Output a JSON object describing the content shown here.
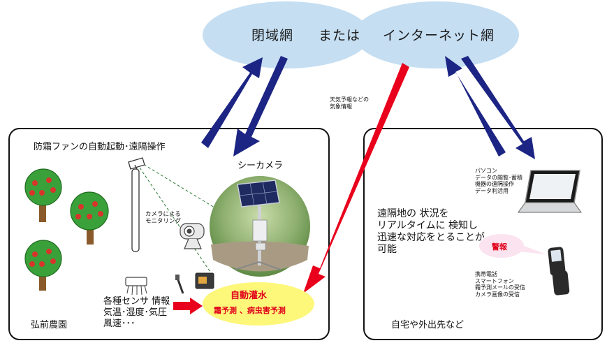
{
  "cloud": {
    "left_label": "閉域網",
    "middle_label": "または",
    "right_label": "インターネット網"
  },
  "weather_note": {
    "line1": "天気予報などの",
    "line2": "気象情報"
  },
  "farm_panel": {
    "title": "防霜ファンの自動起動･遠隔操作",
    "camera_label": "シーカメラ",
    "monitoring_label": "カメラによる\nモニタリング",
    "sensor_info": "各種センサ 情報\n気温･湿度･気圧\n風速･･･",
    "location": "弘前農園",
    "auto_irrigation": "自動灌水",
    "predictions": "霜予測 、病虫害予測"
  },
  "remote_panel": {
    "description": "遠隔地の 状況を\nリアルタイムに 検知し\n迅速な対応をとることが\n可能",
    "location": "自宅や外出先など",
    "pc_info": "パソコン\nデータの閲覧･蓄積\n機器の遠隔操作\nデータ利活用",
    "alert": "警報",
    "phone_info": "携帯電話\nスマートフォン\n霜予測メールの受信\nカメラ画像の受信"
  },
  "colors": {
    "cloud": "#c5def2",
    "navy_arrow": "#1c2584",
    "red_arrow": "#e8001c",
    "highlight": "#fdf77a"
  },
  "icons": [
    "apple-tree-icon",
    "camera-pole-icon",
    "webcam-icon",
    "sensor-hub-icon",
    "field-camera-photo",
    "laptop-icon",
    "mobile-phone-icon",
    "speech-bubble"
  ]
}
